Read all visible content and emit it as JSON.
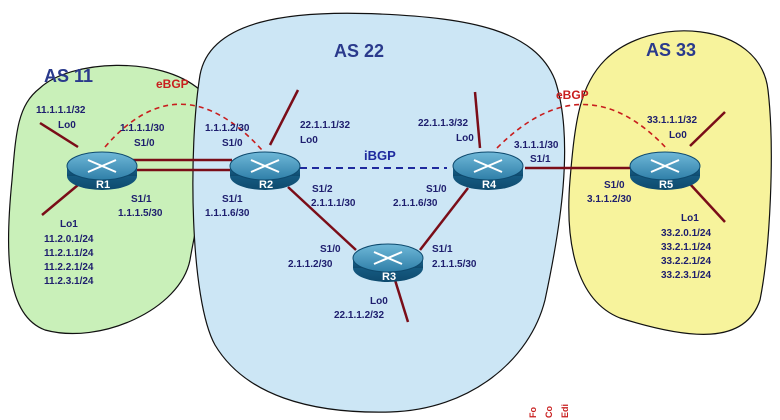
{
  "areas": {
    "as11": {
      "title": "AS 11",
      "color": "#c9f0b9"
    },
    "as22": {
      "title": "AS 22",
      "color": "#cce6f5"
    },
    "as33": {
      "title": "AS 33",
      "color": "#f7f39c"
    }
  },
  "routers": {
    "r1": "R1",
    "r2": "R2",
    "r3": "R3",
    "r4": "R4",
    "r5": "R5"
  },
  "protocols": {
    "ebgp_left": "eBGP",
    "ebgp_right": "eBGP",
    "ibgp": "iBGP"
  },
  "labels": {
    "r1_lo0_addr": "11.1.1.1/32",
    "r1_lo0": "Lo0",
    "r1_s10_addr": "1.1.1.1/30",
    "r1_s10": "S1/0",
    "r1_s11": "S1/1",
    "r1_s11_addr": "1.1.1.5/30",
    "r1_lo1": "Lo1",
    "r1_lo1_a": "11.2.0.1/24",
    "r1_lo1_b": "11.2.1.1/24",
    "r1_lo1_c": "11.2.2.1/24",
    "r1_lo1_d": "11.2.3.1/24",
    "r2_s10_addr": "1.1.1.2/30",
    "r2_s10": "S1/0",
    "r2_lo0_addr": "22.1.1.1/32",
    "r2_lo0": "Lo0",
    "r2_s11": "S1/1",
    "r2_s11_addr": "1.1.1.6/30",
    "r2_s12": "S1/2",
    "r2_s12_addr": "2.1.1.1/30",
    "r3_s10": "S1/0",
    "r3_s10_addr": "2.1.1.2/30",
    "r3_s11": "S1/1",
    "r3_s11_addr": "2.1.1.5/30",
    "r3_lo0": "Lo0",
    "r3_lo0_addr": "22.1.1.2/32",
    "r4_lo0_addr": "22.1.1.3/32",
    "r4_lo0": "Lo0",
    "r4_s11_addr": "3.1.1.1/30",
    "r4_s11": "S1/1",
    "r4_s10": "S1/0",
    "r4_s10_addr": "2.1.1.6/30",
    "r5_s10": "S1/0",
    "r5_s10_addr": "3.1.1.2/30",
    "r5_lo0_addr": "33.1.1.1/32",
    "r5_lo0": "Lo0",
    "r5_lo1": "Lo1",
    "r5_lo1_a": "33.2.0.1/24",
    "r5_lo1_b": "33.2.1.1/24",
    "r5_lo1_c": "33.2.2.1/24",
    "r5_lo1_d": "33.2.3.1/24"
  },
  "footer_fragments": [
    "Fo",
    "Co",
    "Edi"
  ]
}
